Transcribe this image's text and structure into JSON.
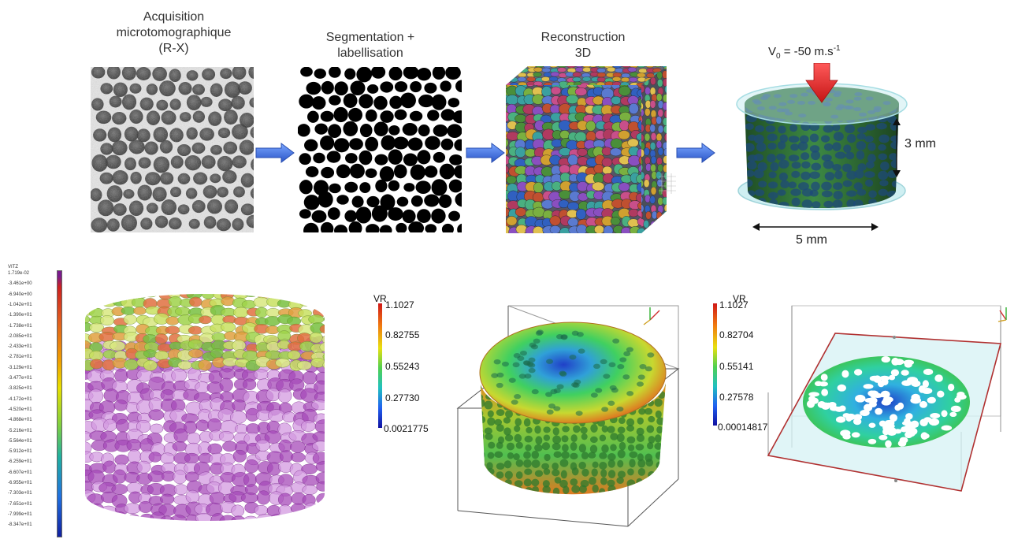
{
  "workflow": {
    "step1": {
      "lines": [
        "Acquisition",
        "microtomographique",
        "(R-X)"
      ]
    },
    "step2": {
      "lines": [
        "Segmentation +",
        "labellisation"
      ]
    },
    "step3": {
      "lines": [
        "Reconstruction",
        "3D"
      ]
    },
    "step4": {
      "velocity_main": "V",
      "velocity_sub": "0",
      "velocity_rest": " = -50 m.s",
      "velocity_sup": "-1",
      "height": "3 mm",
      "width": "5 mm"
    }
  },
  "left_colorbar": {
    "title": "VITZ",
    "ticks": [
      "1.719e-02",
      "-3.461e+00",
      "-6.940e+00",
      "-1.042e+01",
      "-1.390e+01",
      "-1.738e+01",
      "-2.085e+01",
      "-2.433e+01",
      "-2.781e+01",
      "-3.129e+01",
      "-3.477e+01",
      "-3.825e+01",
      "-4.172e+01",
      "-4.520e+01",
      "-4.868e+01",
      "-5.216e+01",
      "-5.564e+01",
      "-5.912e+01",
      "-6.259e+01",
      "-6.607e+01",
      "-6.955e+01",
      "-7.303e+01",
      "-7.651e+01",
      "-7.999e+01",
      "-8.347e+01"
    ]
  },
  "colorbar_2": {
    "title": "VR",
    "ticks": [
      "1.1027",
      "0.82755",
      "0.55243",
      "0.27730",
      "0.0021775"
    ]
  },
  "colorbar_3": {
    "title": "VR",
    "ticks": [
      "1.1027",
      "0.82704",
      "0.55141",
      "0.27578",
      "0.00014817"
    ]
  },
  "colors": {
    "arrow": "#3a6fe0",
    "load_arrow": "#e02020",
    "cylinder": "#2f6a32",
    "plane_edge": "#b03030"
  }
}
